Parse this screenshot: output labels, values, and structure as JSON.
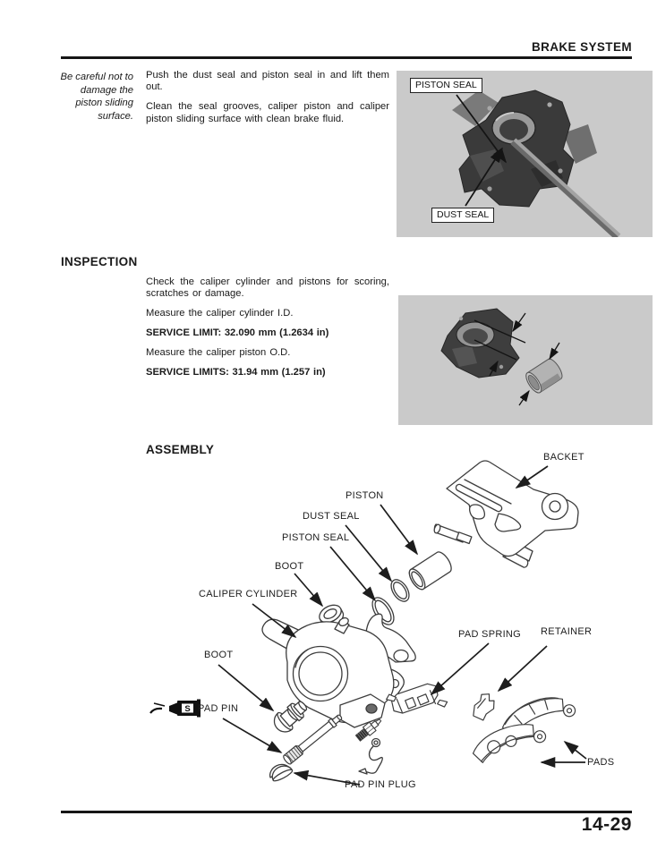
{
  "header": {
    "title": "BRAKE SYSTEM"
  },
  "procedure": {
    "margin_note": "Be careful not to damage the piston sliding surface.",
    "para1": "Push the dust seal and piston seal in and lift them out.",
    "para2": "Clean the seal grooves, caliper piston and caliper piston sliding surface with clean brake fluid."
  },
  "photo1": {
    "labels": {
      "piston_seal": "PISTON SEAL",
      "dust_seal": "DUST SEAL"
    }
  },
  "inspection": {
    "heading": "INSPECTION",
    "para1": "Check the caliper cylinder and pistons for scoring, scratches or damage.",
    "para2": "Measure the caliper cylinder I.D.",
    "limit1": "SERVICE LIMIT: 32.090 mm (1.2634 in)",
    "para3": "Measure the caliper piston O.D.",
    "limit2": "SERVICE LIMITS: 31.94 mm (1.257 in)"
  },
  "assembly": {
    "heading": "ASSEMBLY",
    "labels": {
      "backet": "BACKET",
      "piston": "PISTON",
      "dust_seal": "DUST SEAL",
      "piston_seal": "PISTON SEAL",
      "boot_upper": "BOOT",
      "caliper_cylinder": "CALIPER CYLINDER",
      "boot_lower": "BOOT",
      "pad_pin": "PAD PIN",
      "pad_pin_plug": "PAD PIN PLUG",
      "pad_spring": "PAD SPRING",
      "retainer": "RETAINER",
      "pads": "PADS"
    },
    "grease_icon_letter": "S"
  },
  "footer": {
    "page_number": "14-29"
  },
  "colors": {
    "text": "#1a1a1a",
    "rule": "#161616",
    "photo_bg": "#cacaca"
  }
}
